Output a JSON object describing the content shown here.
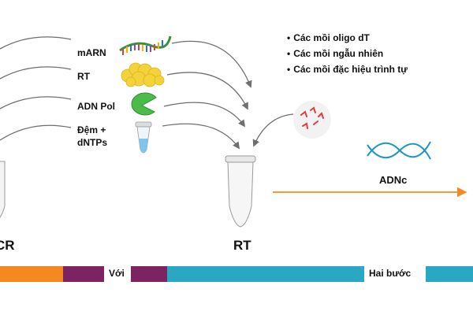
{
  "reagents": [
    {
      "label": "mARN",
      "icon": "mrna-strand-icon"
    },
    {
      "label": "RT",
      "icon": "reverse-transcriptase-icon"
    },
    {
      "label": "ADN Pol",
      "icon": "dna-polymerase-icon"
    },
    {
      "label": "Đệm +",
      "label2": "dNTPs",
      "icon": "buffer-tube-icon"
    }
  ],
  "primers": {
    "items": [
      "Các mồi oligo dT",
      "Các mồi ngẫu nhiên",
      "Các mồi đặc hiệu trình tự"
    ]
  },
  "steps": {
    "left_tube_label": "CR",
    "rt_tube_label": "RT",
    "product_label": "ADNc"
  },
  "bottom_bar": {
    "with_label": "Với",
    "two_step_label": "Hai bước"
  },
  "colors": {
    "orange": "#f5891f",
    "purple": "#7b2461",
    "teal": "#2aa8c3",
    "arrow_gray": "#6f6f6f",
    "dna_blue": "#1b95c7"
  }
}
